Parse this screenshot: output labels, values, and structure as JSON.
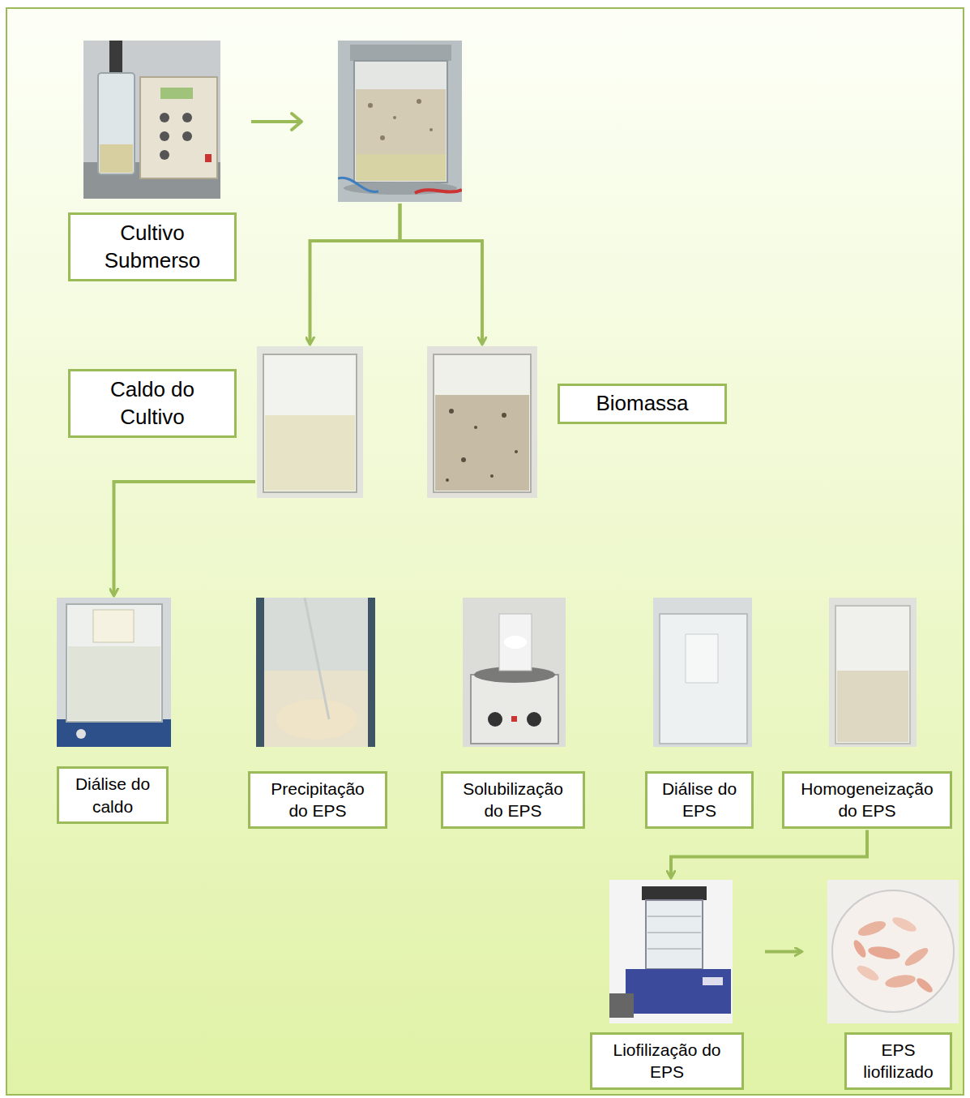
{
  "diagram": {
    "nodes": [
      {
        "text": [
          "Cultivo Submerso"
        ]
      },
      {
        "text": [
          "Caldo do Cultivo"
        ]
      },
      {
        "text": [
          "Biomassa"
        ]
      },
      {
        "text": [
          "Diálise do caldo"
        ]
      },
      {
        "text": [
          "Precipitação do EPS"
        ]
      },
      {
        "text": [
          "Solubilização do EPS"
        ]
      },
      {
        "text": [
          "Diálise do EPS"
        ]
      },
      {
        "text": [
          "Homogeneização do EPS"
        ]
      },
      {
        "text": [
          "Liofilização do EPS"
        ]
      },
      {
        "text": [
          "EPS liofilizado"
        ]
      }
    ],
    "edges": [
      {
        "from": 0,
        "to": 1,
        "arrow": "to"
      },
      {
        "from": 0,
        "to": 2,
        "arrow": "to"
      },
      {
        "from": 1,
        "to": 3,
        "arrow": "to"
      },
      {
        "from": 7,
        "to": 8,
        "arrow": "to"
      },
      {
        "from": 8,
        "to": 9,
        "arrow": "to"
      }
    ]
  }
}
